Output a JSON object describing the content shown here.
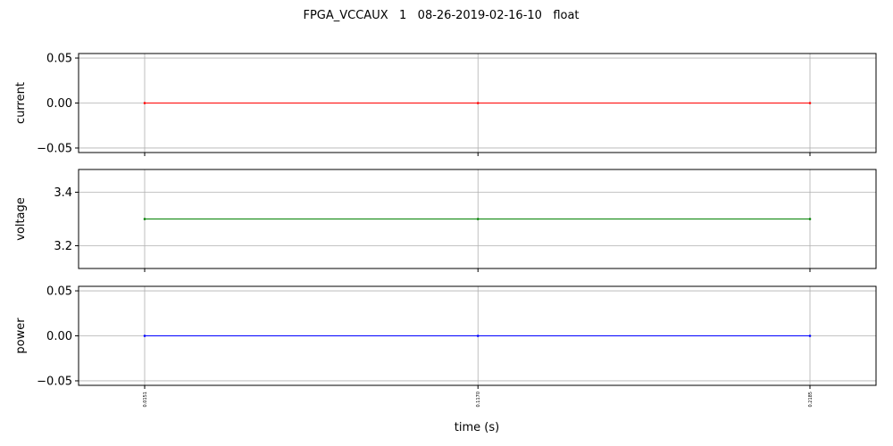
{
  "figure": {
    "suptitle": "FPGA_VCCAUX   1   08-26-2019-02-16-10   float",
    "xlabel": "time (s)"
  },
  "chart_data": [
    {
      "type": "line",
      "ylabel": "current",
      "color": "#ff0000",
      "x": [
        0.0151,
        0.117,
        0.2185
      ],
      "values": [
        0.0,
        0.0,
        0.0
      ],
      "ylim": [
        -0.055,
        0.055
      ],
      "yticks": [
        -0.05,
        0.0,
        0.05
      ],
      "ytick_labels": [
        "−0.05",
        "0.00",
        "0.05"
      ],
      "grid": true
    },
    {
      "type": "line",
      "ylabel": "voltage",
      "color": "#008000",
      "x": [
        0.0151,
        0.117,
        0.2185
      ],
      "values": [
        3.3,
        3.3,
        3.3
      ],
      "ylim": [
        3.115,
        3.485
      ],
      "yticks": [
        3.2,
        3.4
      ],
      "ytick_labels": [
        "3.2",
        "3.4"
      ],
      "grid": true
    },
    {
      "type": "line",
      "ylabel": "power",
      "color": "#0000ff",
      "x": [
        0.0151,
        0.117,
        0.2185
      ],
      "values": [
        0.0,
        0.0,
        0.0
      ],
      "ylim": [
        -0.055,
        0.055
      ],
      "yticks": [
        -0.05,
        0.0,
        0.05
      ],
      "ytick_labels": [
        "−0.05",
        "0.00",
        "0.05"
      ],
      "grid": true
    }
  ],
  "x_axis": {
    "xlim": [
      -0.0051,
      0.2387
    ],
    "ticks": [
      0.0151,
      0.117,
      0.2185
    ],
    "tick_labels": [
      "0.0151",
      "0.1170",
      "0.2185"
    ]
  }
}
